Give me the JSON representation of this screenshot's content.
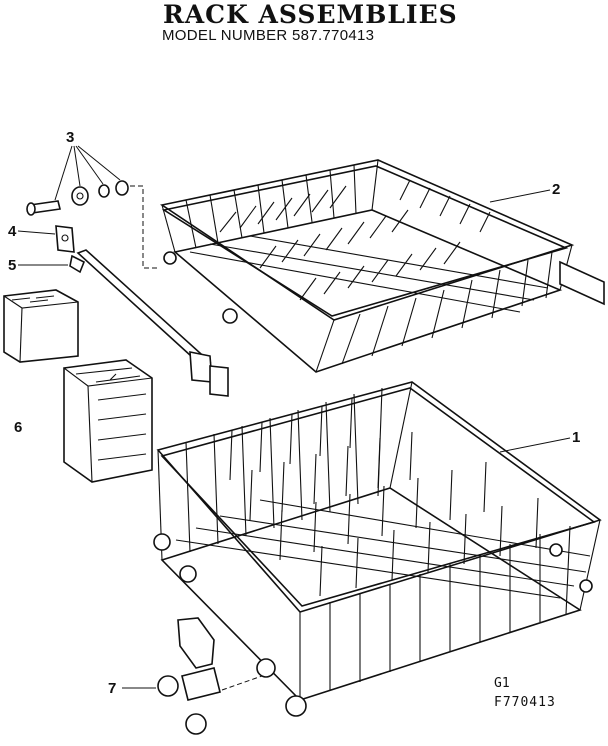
{
  "header": {
    "title": "RACK ASSEMBLIES",
    "model_line": "MODEL NUMBER 587.770413"
  },
  "figure_ref": {
    "line1": "G1",
    "line2": "F770413"
  },
  "callouts": {
    "c1": "1",
    "c2": "2",
    "c3": "3",
    "c4": "4",
    "c5": "5",
    "c6": "6",
    "c7": "7"
  }
}
